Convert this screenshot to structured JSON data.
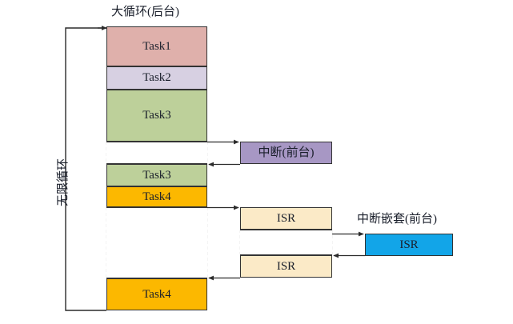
{
  "diagram": {
    "type": "foreground-background-system-flow",
    "titles": {
      "main_loop": "大循环(后台)",
      "nested_interrupt": "中断嵌套(前台)"
    },
    "loop_label": "无限循环",
    "footer_caption": "",
    "colors": {
      "task1": "#dfb0ab",
      "task2": "#d7d0e2",
      "task3": "#bdd09a",
      "task4": "#fcb800",
      "interrupt": "#a797c4",
      "isr": "#fbeac7",
      "nested_isr": "#12a5e8",
      "stroke": "#333333",
      "background": "#ffffff"
    },
    "background_column": {
      "name": "大循环(后台)",
      "blocks": [
        {
          "label": "Task1",
          "color": "#dfb0ab"
        },
        {
          "label": "Task2",
          "color": "#d7d0e2"
        },
        {
          "label": "Task3",
          "color": "#bdd09a"
        },
        {
          "label": "",
          "color": "#ffffff"
        },
        {
          "label": "Task3",
          "color": "#bdd09a"
        },
        {
          "label": "Task4",
          "color": "#fcb800"
        },
        {
          "label": "",
          "color": "#ffffff"
        },
        {
          "label": "Task4",
          "color": "#fcb800"
        }
      ]
    },
    "foreground_interrupt": {
      "label": "中断(前台)",
      "color": "#a797c4"
    },
    "isr_column": {
      "blocks": [
        {
          "label": "ISR",
          "color": "#fbeac7"
        },
        {
          "label": "",
          "color": "#ffffff"
        },
        {
          "label": "ISR",
          "color": "#fbeac7"
        }
      ]
    },
    "nested_isr": {
      "title": "中断嵌套(前台)",
      "label": "ISR",
      "color": "#12a5e8"
    }
  }
}
